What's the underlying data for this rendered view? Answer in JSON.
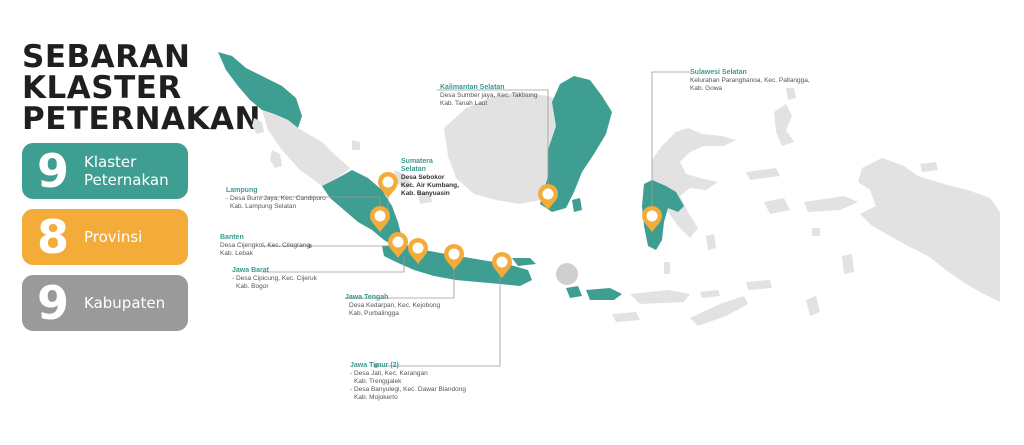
{
  "title": {
    "line1": "SEBARAN",
    "line2": "KLASTER",
    "line3": "PETERNAKAN"
  },
  "stats": [
    {
      "number": "9",
      "label1": "Klaster",
      "label2": "Peternakan",
      "color": "#3f9e92"
    },
    {
      "number": "8",
      "label1": "Provinsi",
      "label2": "",
      "color": "#f3ab3a"
    },
    {
      "number": "9",
      "label1": "Kabupaten",
      "label2": "",
      "color": "#9a9a9a"
    }
  ],
  "colors": {
    "highlight": "#3f9e92",
    "land": "#e2e2e2",
    "pin": "#f3ab3a",
    "leader": "#9a9a9a"
  },
  "labels": {
    "kalsel": {
      "head": "Kalimantan Selatan",
      "l1": "Desa Sumber jaya, Kec. Takisung",
      "l2": "Kab. Tanah Laut"
    },
    "sulsel": {
      "head": "Sulawesi Selatan",
      "l1": "Kelurahan Parangbanoa, Kec. Pallangga,",
      "l2": "Kab. Gowa"
    },
    "sumsel": {
      "head1": "Sumatera",
      "head2": "Selatan",
      "l1": "Desa Sebokor",
      "l2": "Kec. Air Kumbang,",
      "l3": "Kab. Banyuasin"
    },
    "lampung": {
      "head": "Lampung",
      "l1": "- Desa Bumi Jaya, Kec. Candipuro",
      "l2": "Kab. Lampung Selatan"
    },
    "banten": {
      "head": "Banten",
      "l1": "Desa Cijengkol, Kec. Cilograng",
      "l2": "Kab. Lebak"
    },
    "jabar": {
      "head": "Jawa Barat",
      "l1": "- Desa Cipicung, Kec. Cijeruk",
      "l2": "Kab. Bogor"
    },
    "jateng": {
      "head": "Jawa Tengah",
      "l1": "Desa Kedarpan, Kec. Kejobong",
      "l2": "Kab. Purbalingga"
    },
    "jatim": {
      "head": "Jawa Timur (2)",
      "l1": "- Desa Jati, Kec. Karangan",
      "l2": "Kab. Trenggalek",
      "l3": "- Desa Banyulegi, Kec. Dawar Blandong",
      "l4": "Kab. Mojokerto"
    }
  }
}
